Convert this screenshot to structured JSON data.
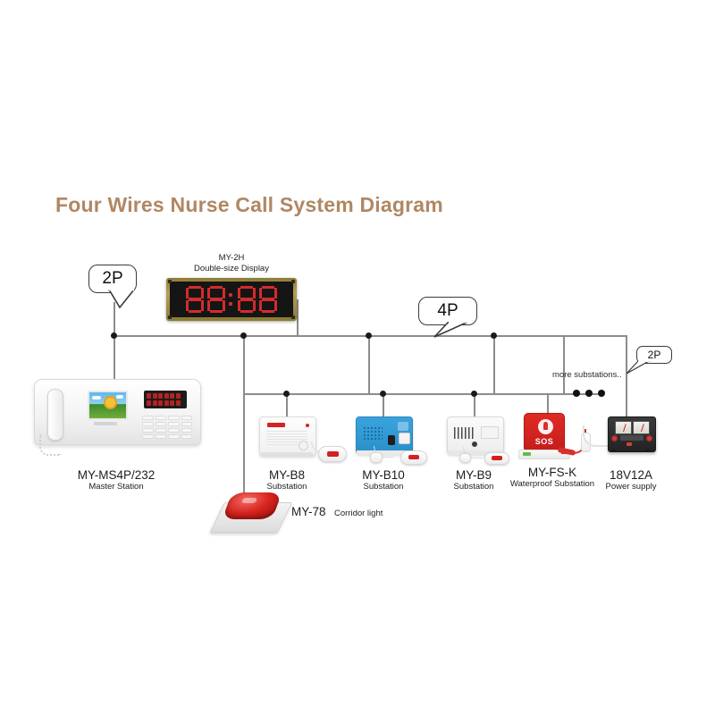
{
  "title": "Four Wires Nurse Call System Diagram",
  "colors": {
    "title": "#b08763",
    "wire": "#8c8c8c",
    "led_red": "#d42b2b",
    "sos_red": "#d8302b",
    "b10_blue": "#3aa3dd",
    "corridor_red": "#d8241f"
  },
  "callouts": [
    {
      "id": "callout-left",
      "label": "2P"
    },
    {
      "id": "callout-middle",
      "label": "4P"
    },
    {
      "id": "callout-right",
      "label": "2P"
    }
  ],
  "display": {
    "model": "MY-2H",
    "description": "Double-size Display",
    "readout": "88:88"
  },
  "devices": [
    {
      "id": "master-station",
      "model": "MY-MS4P/232",
      "role": "Master Station"
    },
    {
      "id": "substation-b8",
      "model": "MY-B8",
      "role": "Substation"
    },
    {
      "id": "substation-b10",
      "model": "MY-B10",
      "role": "Substation"
    },
    {
      "id": "substation-b9",
      "model": "MY-B9",
      "role": "Substation"
    },
    {
      "id": "substation-fsk",
      "model": "MY-FS-K",
      "role": "Waterproof Substation"
    },
    {
      "id": "power-supply",
      "model": "18V12A",
      "role": "Power supply"
    }
  ],
  "corridor_light": {
    "model": "MY-78",
    "role": "Corridor light"
  },
  "annotations": {
    "more_substations": "more substations..",
    "ellipsis_dots": 3
  },
  "fsk_face": {
    "sos_text": "SOS"
  }
}
